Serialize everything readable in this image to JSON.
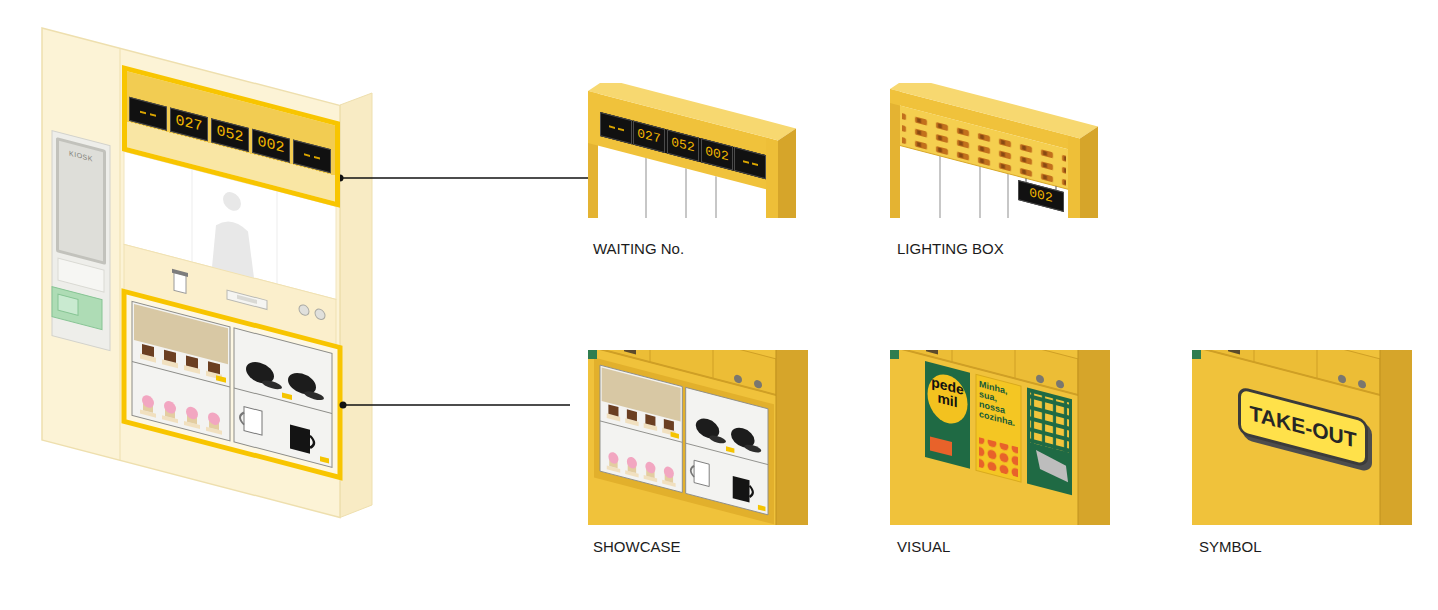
{
  "diagram": {
    "nodes": [
      {
        "text": [
          "KIOSK"
        ]
      },
      {
        "text": [
          "027",
          "052",
          "002"
        ]
      },
      {
        "text": [
          "WAITING No.",
          "027",
          "052",
          "002"
        ]
      },
      {
        "text": [
          "LIGHTING BOX",
          "002"
        ]
      },
      {
        "text": [
          "SHOWCASE"
        ]
      },
      {
        "text": [
          "VISUAL",
          "pede mil",
          "Minha, sua, nossa cozinha."
        ]
      },
      {
        "text": [
          "SYMBOL",
          "TAKE-OUT"
        ]
      }
    ],
    "edges": [
      {
        "from": 1,
        "to": 2,
        "arrow": "none"
      }
    ]
  }
}
